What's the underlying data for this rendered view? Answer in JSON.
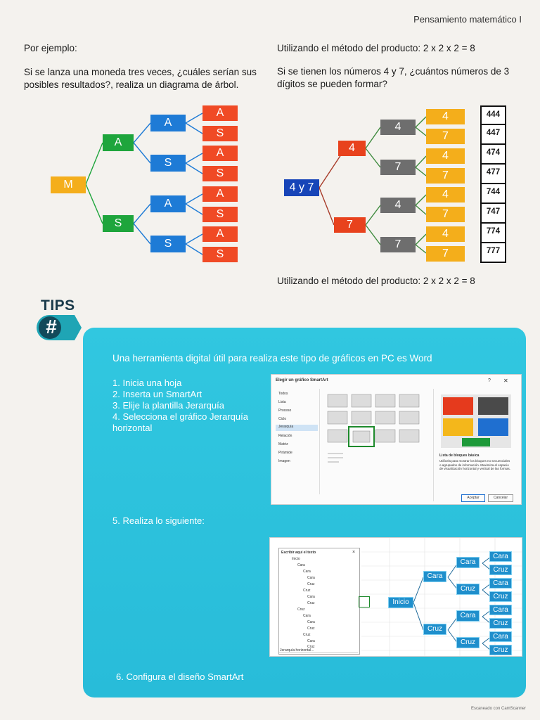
{
  "header": {
    "title": "Pensamiento matemático I"
  },
  "left": {
    "intro": "Por ejemplo:",
    "question_line1": "Si se lanza una moneda tres veces, ¿cuáles serían sus",
    "question_line2": "posibles resultados?, realiza un diagrama de árbol.",
    "tree": {
      "root": "M",
      "level1": [
        "A",
        "S"
      ],
      "level2": [
        "A",
        "S",
        "A",
        "S"
      ],
      "level3": [
        "A",
        "S",
        "A",
        "S",
        "A",
        "S",
        "A",
        "S"
      ]
    }
  },
  "right": {
    "method_top": "Utilizando el método del producto: 2 x 2 x 2 = 8",
    "question_line1": "Si se tienen los números 4 y 7, ¿cuántos números de 3",
    "question_line2": "dígitos se pueden formar?",
    "tree": {
      "root": "4 y 7",
      "level1": [
        "4",
        "7"
      ],
      "level2": [
        "4",
        "7",
        "4",
        "7"
      ],
      "level3": [
        "4",
        "7",
        "4",
        "7",
        "4",
        "7",
        "4",
        "7"
      ]
    },
    "results": [
      "444",
      "447",
      "474",
      "477",
      "744",
      "747",
      "774",
      "777"
    ],
    "method_bottom": "Utilizando el método del producto: 2 x 2 x 2 = 8"
  },
  "tips": {
    "label": "TIPS",
    "symbol": "#",
    "intro": "Una herramienta digital útil para realiza este tipo de gráficos en PC es Word",
    "steps": [
      "1. Inicia una hoja",
      "2. Inserta un SmartArt",
      "3. Elije la plantilla Jerarquía",
      "4. Selecciona el gráfico Jerarquía",
      "horizontal"
    ],
    "step5": "5. Realiza lo siguiente:",
    "step6": "6. Configura el diseño SmartArt"
  },
  "dialog": {
    "title": "Elegir un gráfico SmartArt",
    "help": "?",
    "close": "✕",
    "categories": [
      "Todos",
      "Lista",
      "Proceso",
      "Ciclo",
      "Jerarquía",
      "Relación",
      "Matriz",
      "Pirámide",
      "Imagen"
    ],
    "preview_title": "Lista de bloques básica",
    "preview_desc": "Utilícela para mostrar los bloques no secuenciales o agrupados de información. Maximiza el espacio de visualización horizontal y vertical de las formas.",
    "accept": "Aceptar",
    "cancel": "Cancelar"
  },
  "smartart": {
    "pane_title": "Escribir aquí el texto",
    "pane_close": "×",
    "outline": [
      "Inicio",
      "Cara",
      "Cara",
      "Cara",
      "Cruz",
      "Cruz",
      "Cara",
      "Cruz",
      "Cruz",
      "Cara",
      "Cara",
      "Cruz",
      "Cruz",
      "Cara",
      "Cruz"
    ],
    "pane_footer": "Jerarquía horizontal...",
    "root": "Inicio",
    "level1": [
      "Cara",
      "Cruz"
    ],
    "level2": [
      "Cara",
      "Cruz",
      "Cara",
      "Cruz"
    ],
    "level3": [
      "Cara",
      "Cruz",
      "Cara",
      "Cruz",
      "Cara",
      "Cruz",
      "Cara",
      "Cruz"
    ]
  },
  "footer": {
    "scanner": "Escaneado con CamScanner"
  },
  "colors": {
    "green": "#1ea53c",
    "blue": "#1e7bd6",
    "orange": "#f04a25",
    "gold": "#f4ae1b",
    "gray": "#6e6e6e",
    "red": "#e8421d",
    "navy": "#1745b8",
    "panel": "#2bc0dc"
  }
}
